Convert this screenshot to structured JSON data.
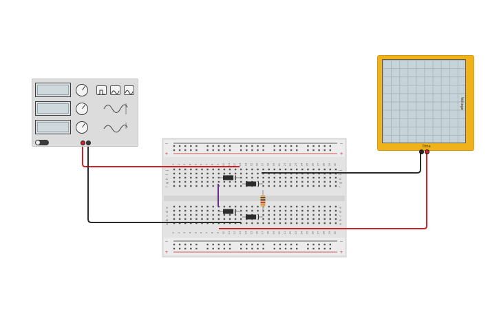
{
  "workspace": {
    "background": "#ffffff"
  },
  "function_generator": {
    "waveforms": [
      "square-wave-icon",
      "triangle-wave-icon",
      "sine-wave-icon"
    ],
    "body_color": "#dcdcdc"
  },
  "oscilloscope": {
    "time_label": "Time",
    "voltage_label": "Voltage",
    "body_color": "#f0b21a"
  },
  "breadboard": {
    "row_labels_top": [
      "j",
      "i",
      "h",
      "g",
      "f"
    ],
    "row_labels_bottom": [
      "e",
      "d",
      "c",
      "b",
      "a"
    ],
    "column_numbers": [
      "1",
      "2",
      "3",
      "4",
      "5",
      "6",
      "7",
      "8",
      "9",
      "10",
      "11",
      "12",
      "13",
      "14",
      "15",
      "16",
      "17",
      "18",
      "19",
      "20",
      "21",
      "22",
      "23",
      "24",
      "25",
      "26",
      "27",
      "28",
      "29",
      "30"
    ],
    "rail_minus": "−",
    "rail_plus": "+"
  },
  "wire_colors": {
    "red": "#d32027",
    "black": "#2b2b2b",
    "purple": "#6a2c91"
  }
}
